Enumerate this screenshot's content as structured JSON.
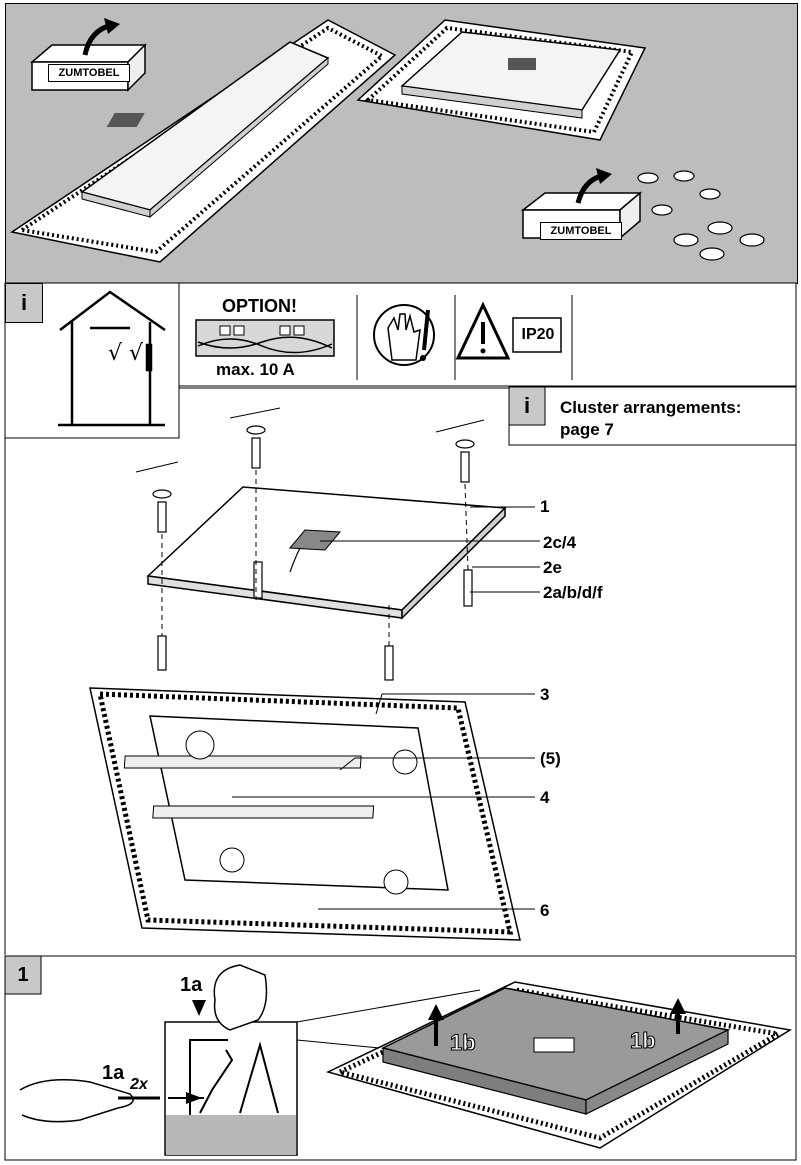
{
  "unpack": {
    "box_brand_1": "ZUMTOBEL",
    "box_brand_2": "ZUMTOBEL"
  },
  "info_row": {
    "info_tag": "i",
    "option_title": "OPTION!",
    "option_subtitle": "max. 10 A",
    "ip_rating": "IP20"
  },
  "cluster_note": {
    "tag": "i",
    "line1": "Cluster arrangements:",
    "line2": "page 7"
  },
  "parts": {
    "p1": "1",
    "p2c4": "2c/4",
    "p2e": "2e",
    "p2abdf": "2a/b/d/f",
    "p3": "3",
    "p5": "(5)",
    "p4": "4",
    "p6": "6"
  },
  "step1": {
    "step_number": "1",
    "label_1a_top": "1a",
    "label_1a_left": "1a",
    "label_2x": "2x",
    "label_1b_left": "1b",
    "label_1b_right": "1b"
  },
  "colors": {
    "panel_gray": "#bdbdbd",
    "tag_gray": "#c8c8c8",
    "module_gray": "#9a9a9a"
  }
}
